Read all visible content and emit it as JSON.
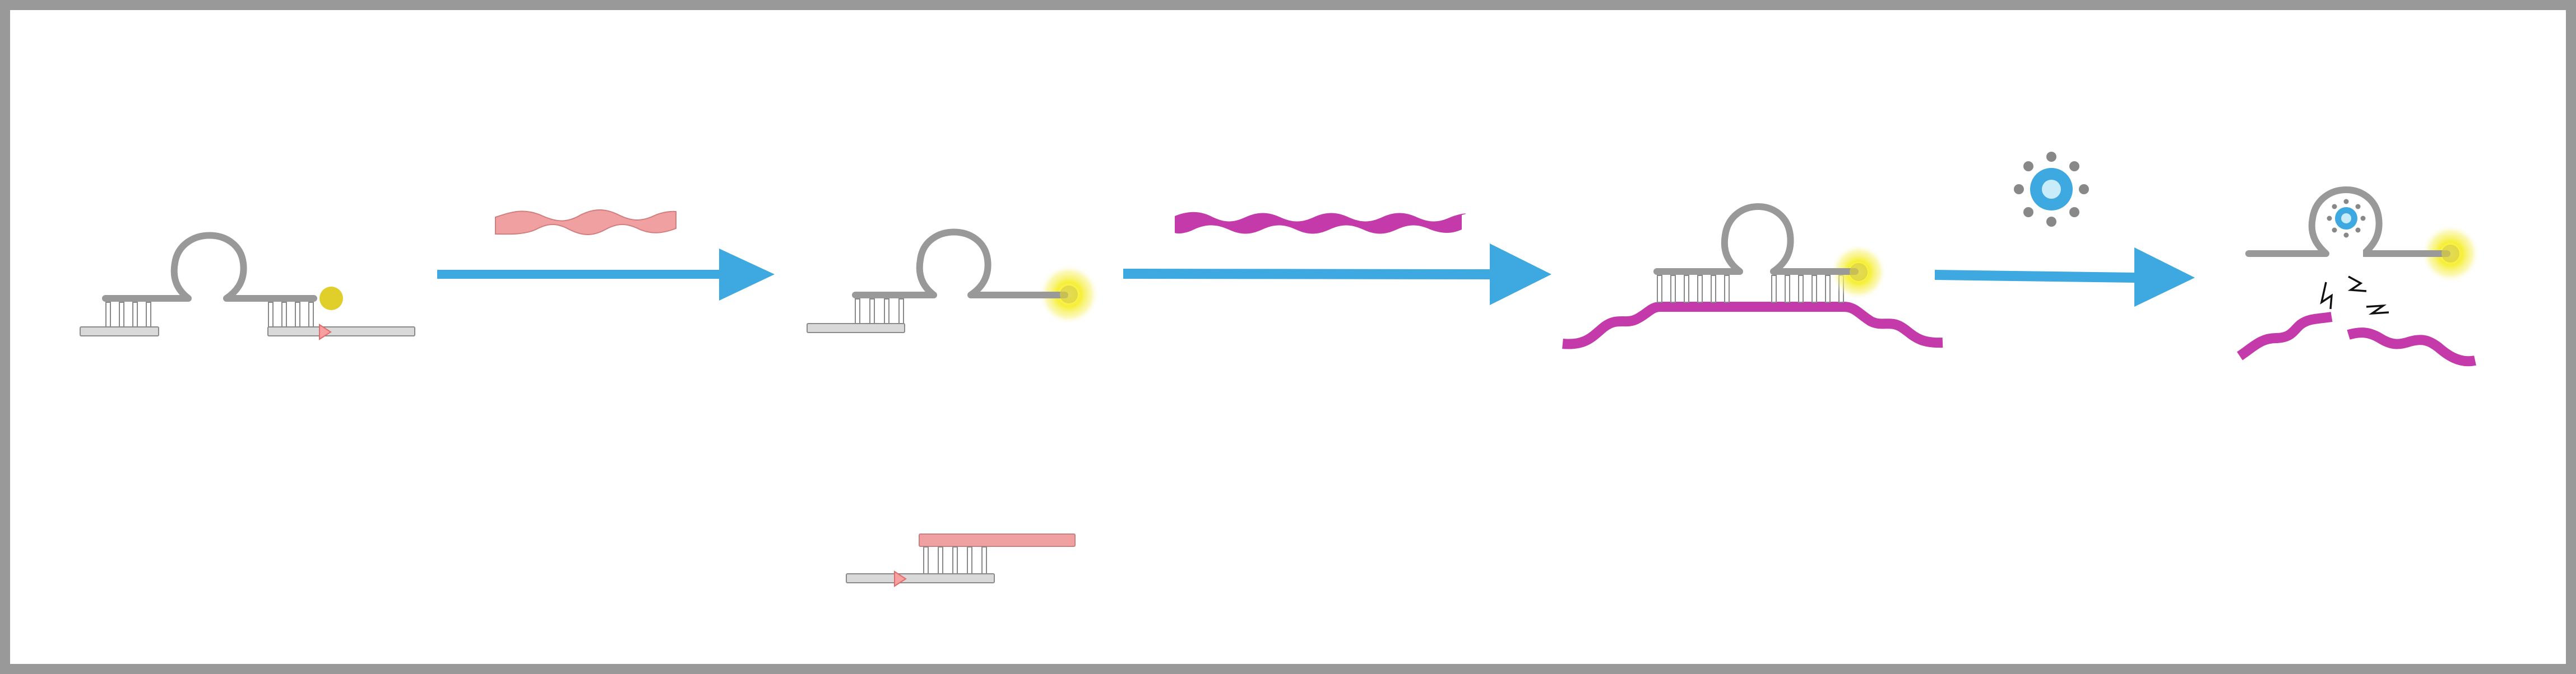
{
  "diagram": {
    "type": "molecular-beacon-cleavage-process",
    "stages": [
      {
        "id": "stage-1",
        "elements": [
          "hairpin-probe",
          "quencher-dot",
          "primer-strand-left",
          "primer-strand-right",
          "cleavage-site-marker"
        ]
      },
      {
        "id": "stage-2",
        "elements": [
          "hairpin-probe",
          "fluorescent-glow",
          "primer-strand-left"
        ]
      },
      {
        "id": "stage-3",
        "elements": [
          "hairpin-probe",
          "fluorescent-glow",
          "target-strand"
        ]
      },
      {
        "id": "stage-4",
        "elements": [
          "opened-loop",
          "enzyme-icon",
          "cleavage-spark-icons",
          "fluorescent-glow",
          "cleaved-target-fragments"
        ]
      }
    ],
    "arrows": [
      "arrow-1",
      "arrow-2",
      "arrow-3"
    ],
    "side_product": [
      "displaced-duplex"
    ],
    "colors": {
      "frame": "#999999",
      "backbone": "#999999",
      "primer": "#d9d9d9",
      "arrow": "#3ea8e0",
      "quencher": "#e0cf2a",
      "glow": "#f4ee3c",
      "reporter_strand": "#f0a0a0",
      "target_strand": "#c43aaa",
      "enzyme": "#3ea8e0",
      "spark": "#111111"
    }
  }
}
